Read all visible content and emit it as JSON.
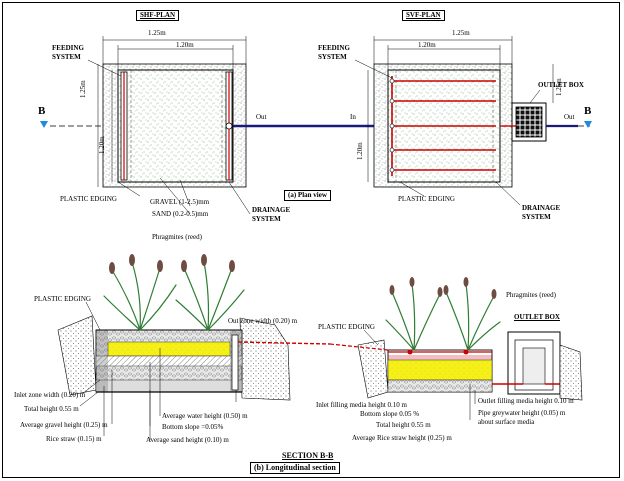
{
  "plan": {
    "shf_title": "SHF-PLAN",
    "svf_title": "SVF-PLAN",
    "caption": "(a) Plan view",
    "shf_dim_top_outer": "1.25m",
    "shf_dim_top_inner": "1.20m",
    "shf_dim_side_outer": "1.25m",
    "shf_dim_side_inner": "1.20m",
    "svf_dim_top_outer": "1.25m",
    "svf_dim_top_inner": "1.20m",
    "svf_dim_side_outer": "1.25m",
    "svf_dim_side_inner": "1.20m",
    "shf_feeding": "FEEDING\nSYSTEM",
    "svf_feeding": "FEEDING\nSYSTEM",
    "shf_edging": "PLASTIC EDGING",
    "svf_edging": "PLASTIC EDGING",
    "gravel": "GRAVEL (1-2.5)mm",
    "sand": "SAND (0.2-0.5)mm",
    "shf_drainage": "DRAINAGE\nSYSTEM",
    "svf_drainage": "DRAINAGE\nSYSTEM",
    "outlet_box": "OUTLET BOX",
    "out_label": "Out",
    "in_label": "In",
    "out2_label": "Out",
    "section_marker_left": "B",
    "section_marker_right": "B"
  },
  "section": {
    "title": "SECTION B-B",
    "caption": "(b) Longitudinal section",
    "phragmites_left": "Phragmites (reed)",
    "phragmites_right": "Phragmites (reed)",
    "plastic_edging_left": "PLASTIC EDGING",
    "plastic_edging_right": "PLASTIC EDGING",
    "outlet_box": "OUTLET BOX",
    "out_zone_width": "Out zone width (0.20) m",
    "inlet_zone_width": "Inlet zone width (0.20) m",
    "total_height_left": "Total height 0.55 m",
    "avg_gravel_height": "Average gravel height (0.25) m",
    "rice_straw": "Rice straw (0.15) m",
    "avg_water_height": "Average water height (0.50) m",
    "bottom_slope_left": "Bottom slope =0.05%",
    "avg_sand_height": "Average sand height (0.10) m",
    "inlet_filling_media": "Inlet filling media height 0.10 m",
    "bottom_slope_right": "Bottom slope 0.05 %",
    "total_height_right": "Total height 0.55 m",
    "avg_rice_straw": "Average Rice straw height (0.25) m",
    "outlet_filling_media": "Outlet filling media height 0.10 m",
    "pipe_greywater": "Pipe greywater height (0.05) m\nabout surface media"
  }
}
